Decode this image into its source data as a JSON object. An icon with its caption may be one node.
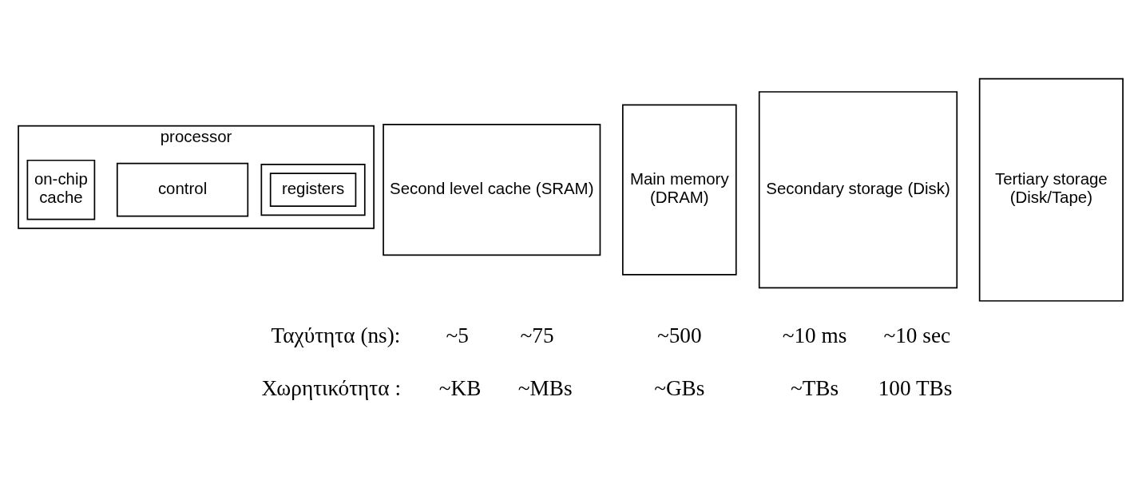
{
  "diagram": {
    "nodes": [
      {
        "text": [
          "processor"
        ]
      },
      {
        "text": [
          "control"
        ],
        "in": 0
      },
      {
        "text": [],
        "shape": "box",
        "in": 0
      },
      {
        "text": [
          "registers"
        ],
        "in": 2
      },
      {
        "text": [
          "on-chip",
          "cache"
        ],
        "in": 0
      },
      {
        "text": [
          "Second level cache (SRAM)"
        ]
      },
      {
        "text": [
          "Main memory",
          "(DRAM)"
        ]
      },
      {
        "text": [
          "Secondary storage (Disk)"
        ]
      },
      {
        "text": [
          "Tertiary storage",
          "(Disk/Tape)"
        ]
      }
    ],
    "labels": [
      "Ταχύτητα (ns):",
      "~5",
      "~75",
      "~500",
      "~10 ms",
      "~10 sec",
      "Χωρητικότητα :",
      "~KB",
      "~MBs",
      "~GBs",
      "~TBs",
      "100 TBs"
    ]
  }
}
